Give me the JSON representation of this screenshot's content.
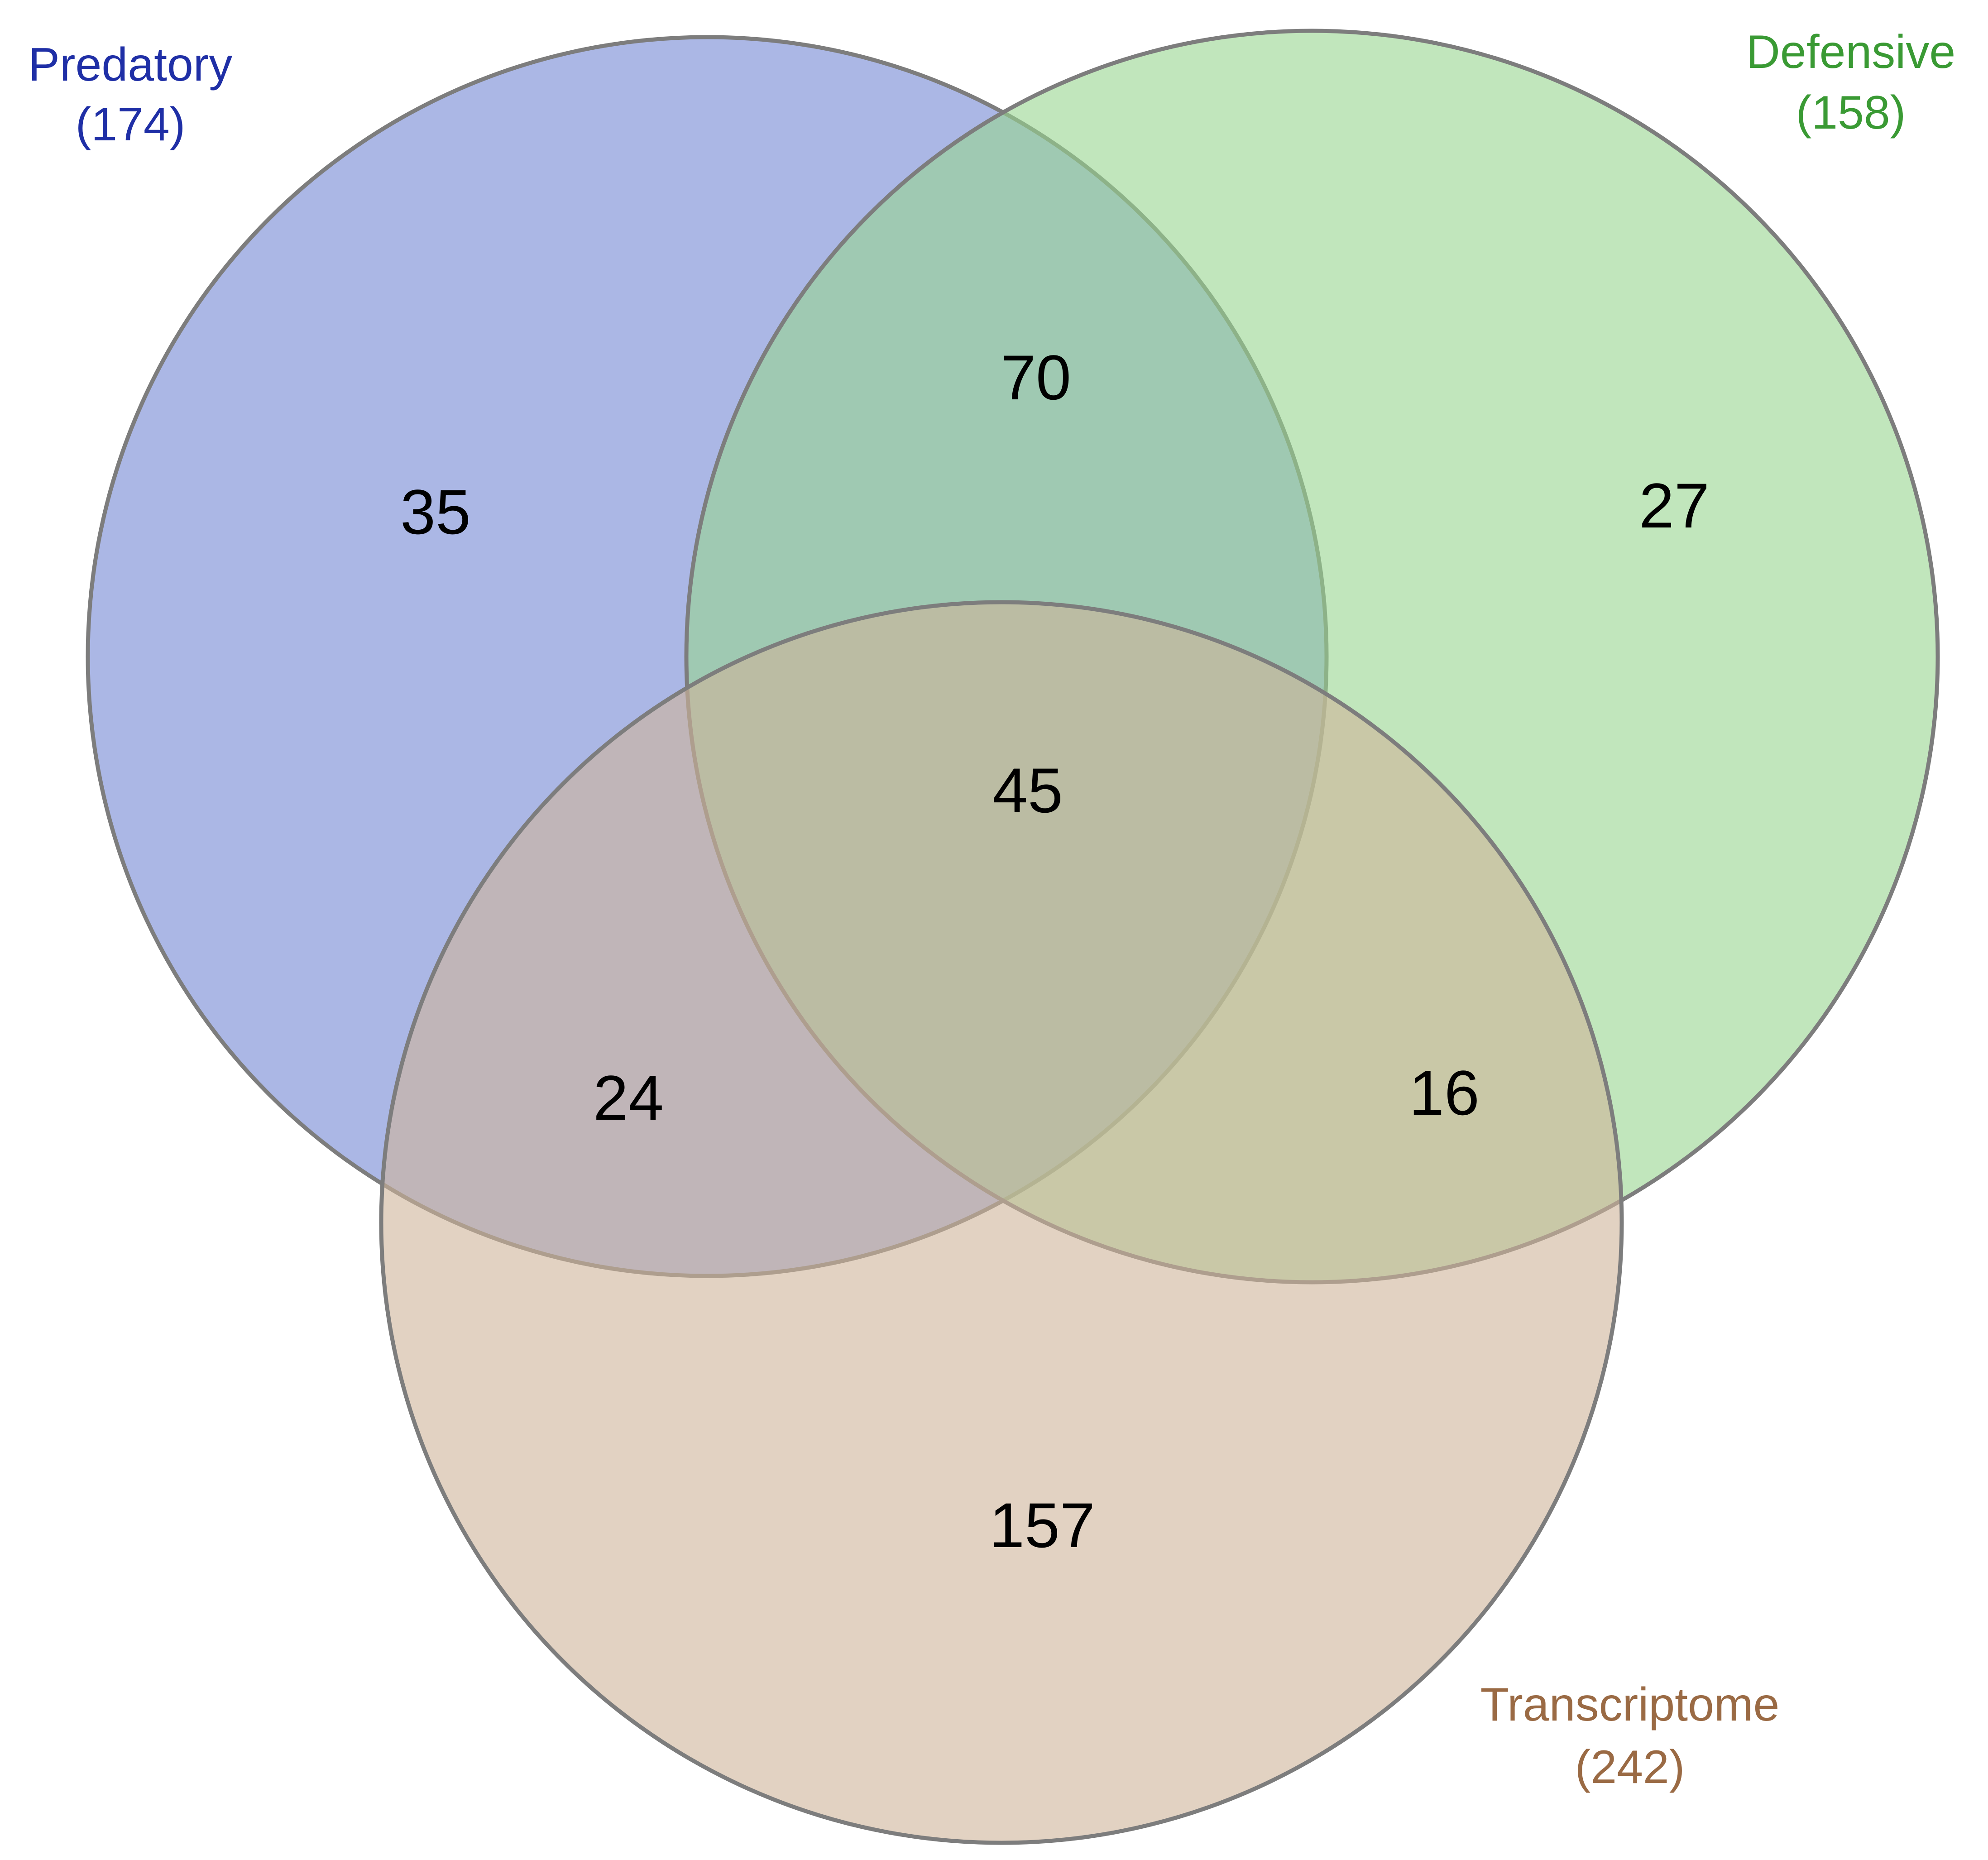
{
  "sets": {
    "predatory": {
      "name": "Predatory",
      "total": "(174)",
      "fill": "#6f83d3",
      "label_color": "#1f2fa6"
    },
    "defensive": {
      "name": "Defensive",
      "total": "(158)",
      "fill": "#97d58f",
      "label_color": "#3a9a34"
    },
    "transcriptome": {
      "name": "Transcriptome",
      "total": "(242)",
      "fill": "#cfb49a",
      "label_color": "#9a6a44"
    }
  },
  "regions": {
    "predatory_only": "35",
    "defensive_only": "27",
    "transcriptome_only": "157",
    "predatory_defensive": "70",
    "predatory_transcriptome": "24",
    "defensive_transcriptome": "16",
    "all_three": "45"
  }
}
